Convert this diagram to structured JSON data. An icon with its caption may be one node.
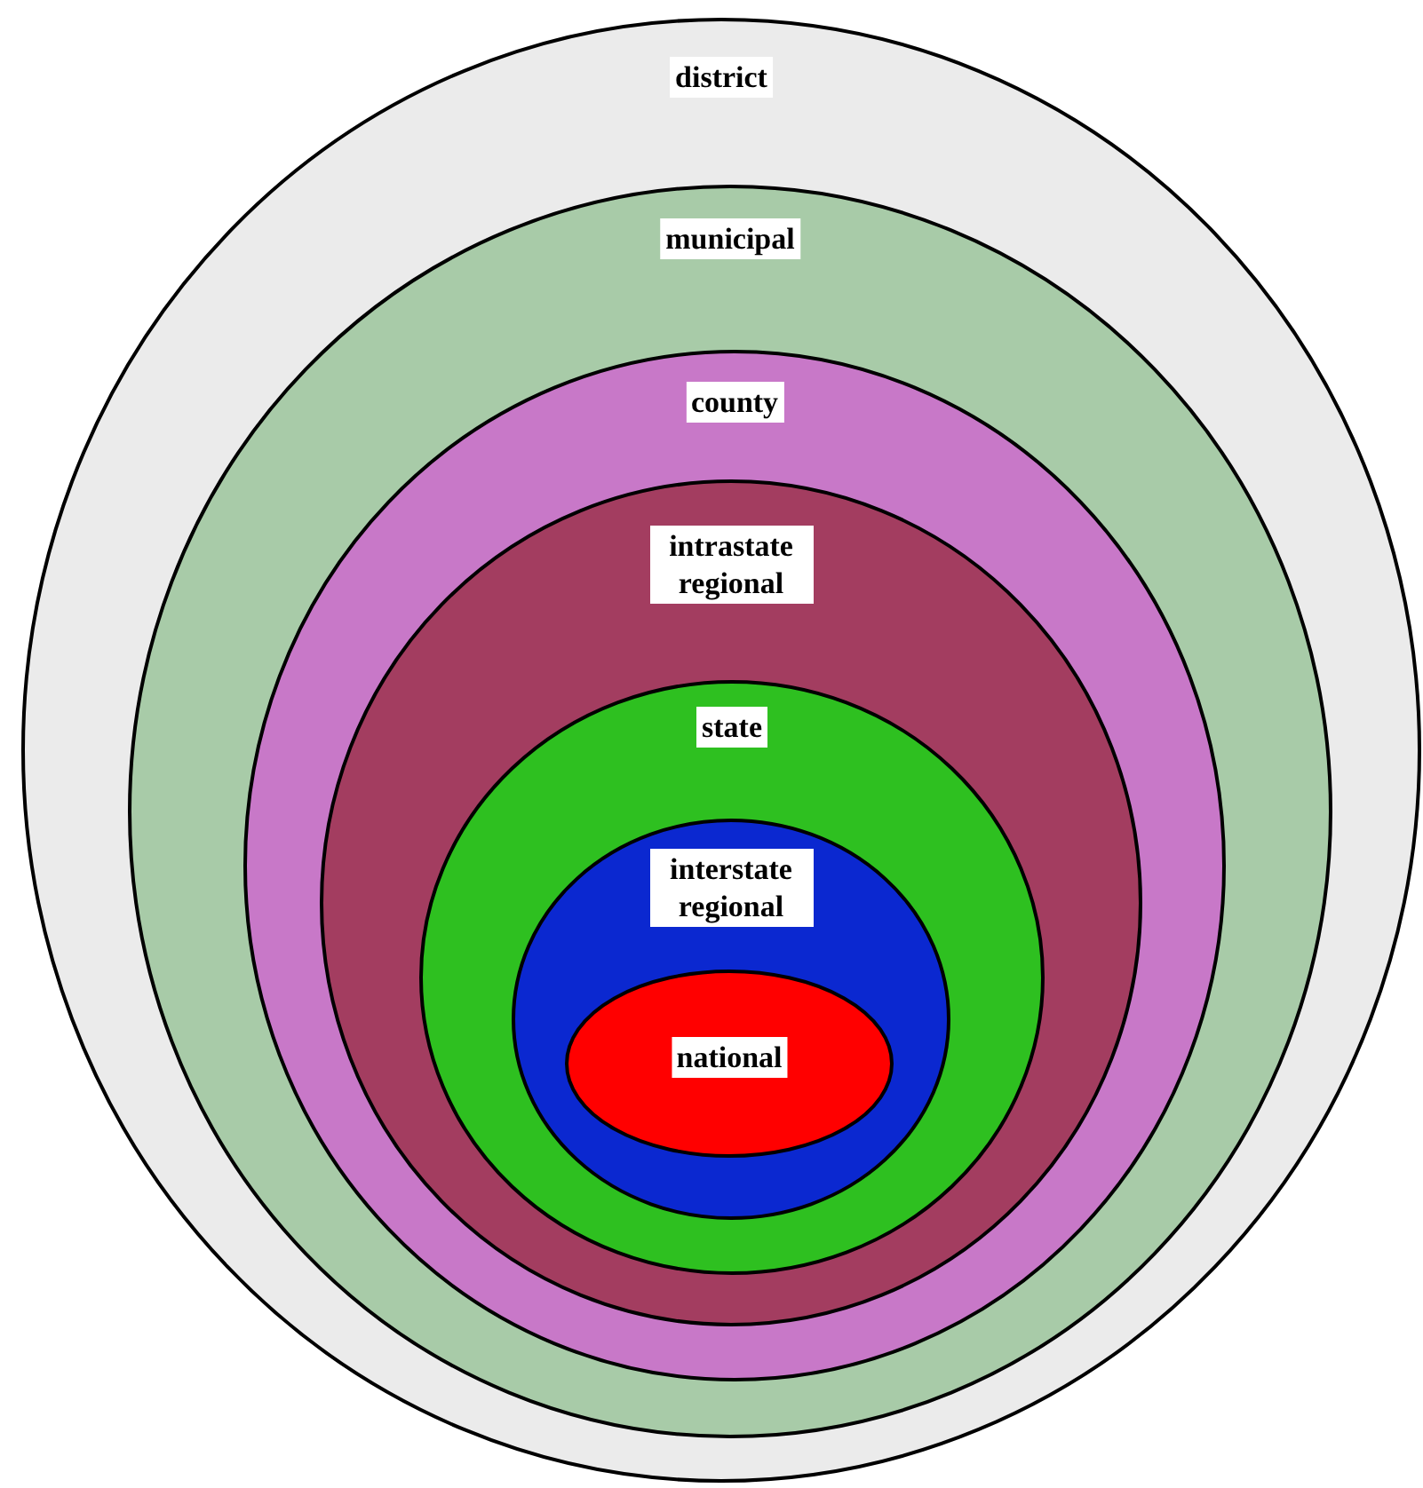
{
  "diagram": {
    "nodes": [
      {
        "text": [
          "district"
        ]
      },
      {
        "text": [
          "municipal"
        ],
        "in": 0
      },
      {
        "text": [
          "county"
        ],
        "in": 1
      },
      {
        "text": [
          "intrastate regional"
        ],
        "in": 2
      },
      {
        "text": [
          "state"
        ],
        "in": 3
      },
      {
        "text": [
          "interstate regional"
        ],
        "in": 4
      },
      {
        "text": [
          "national"
        ],
        "in": 5
      }
    ]
  }
}
